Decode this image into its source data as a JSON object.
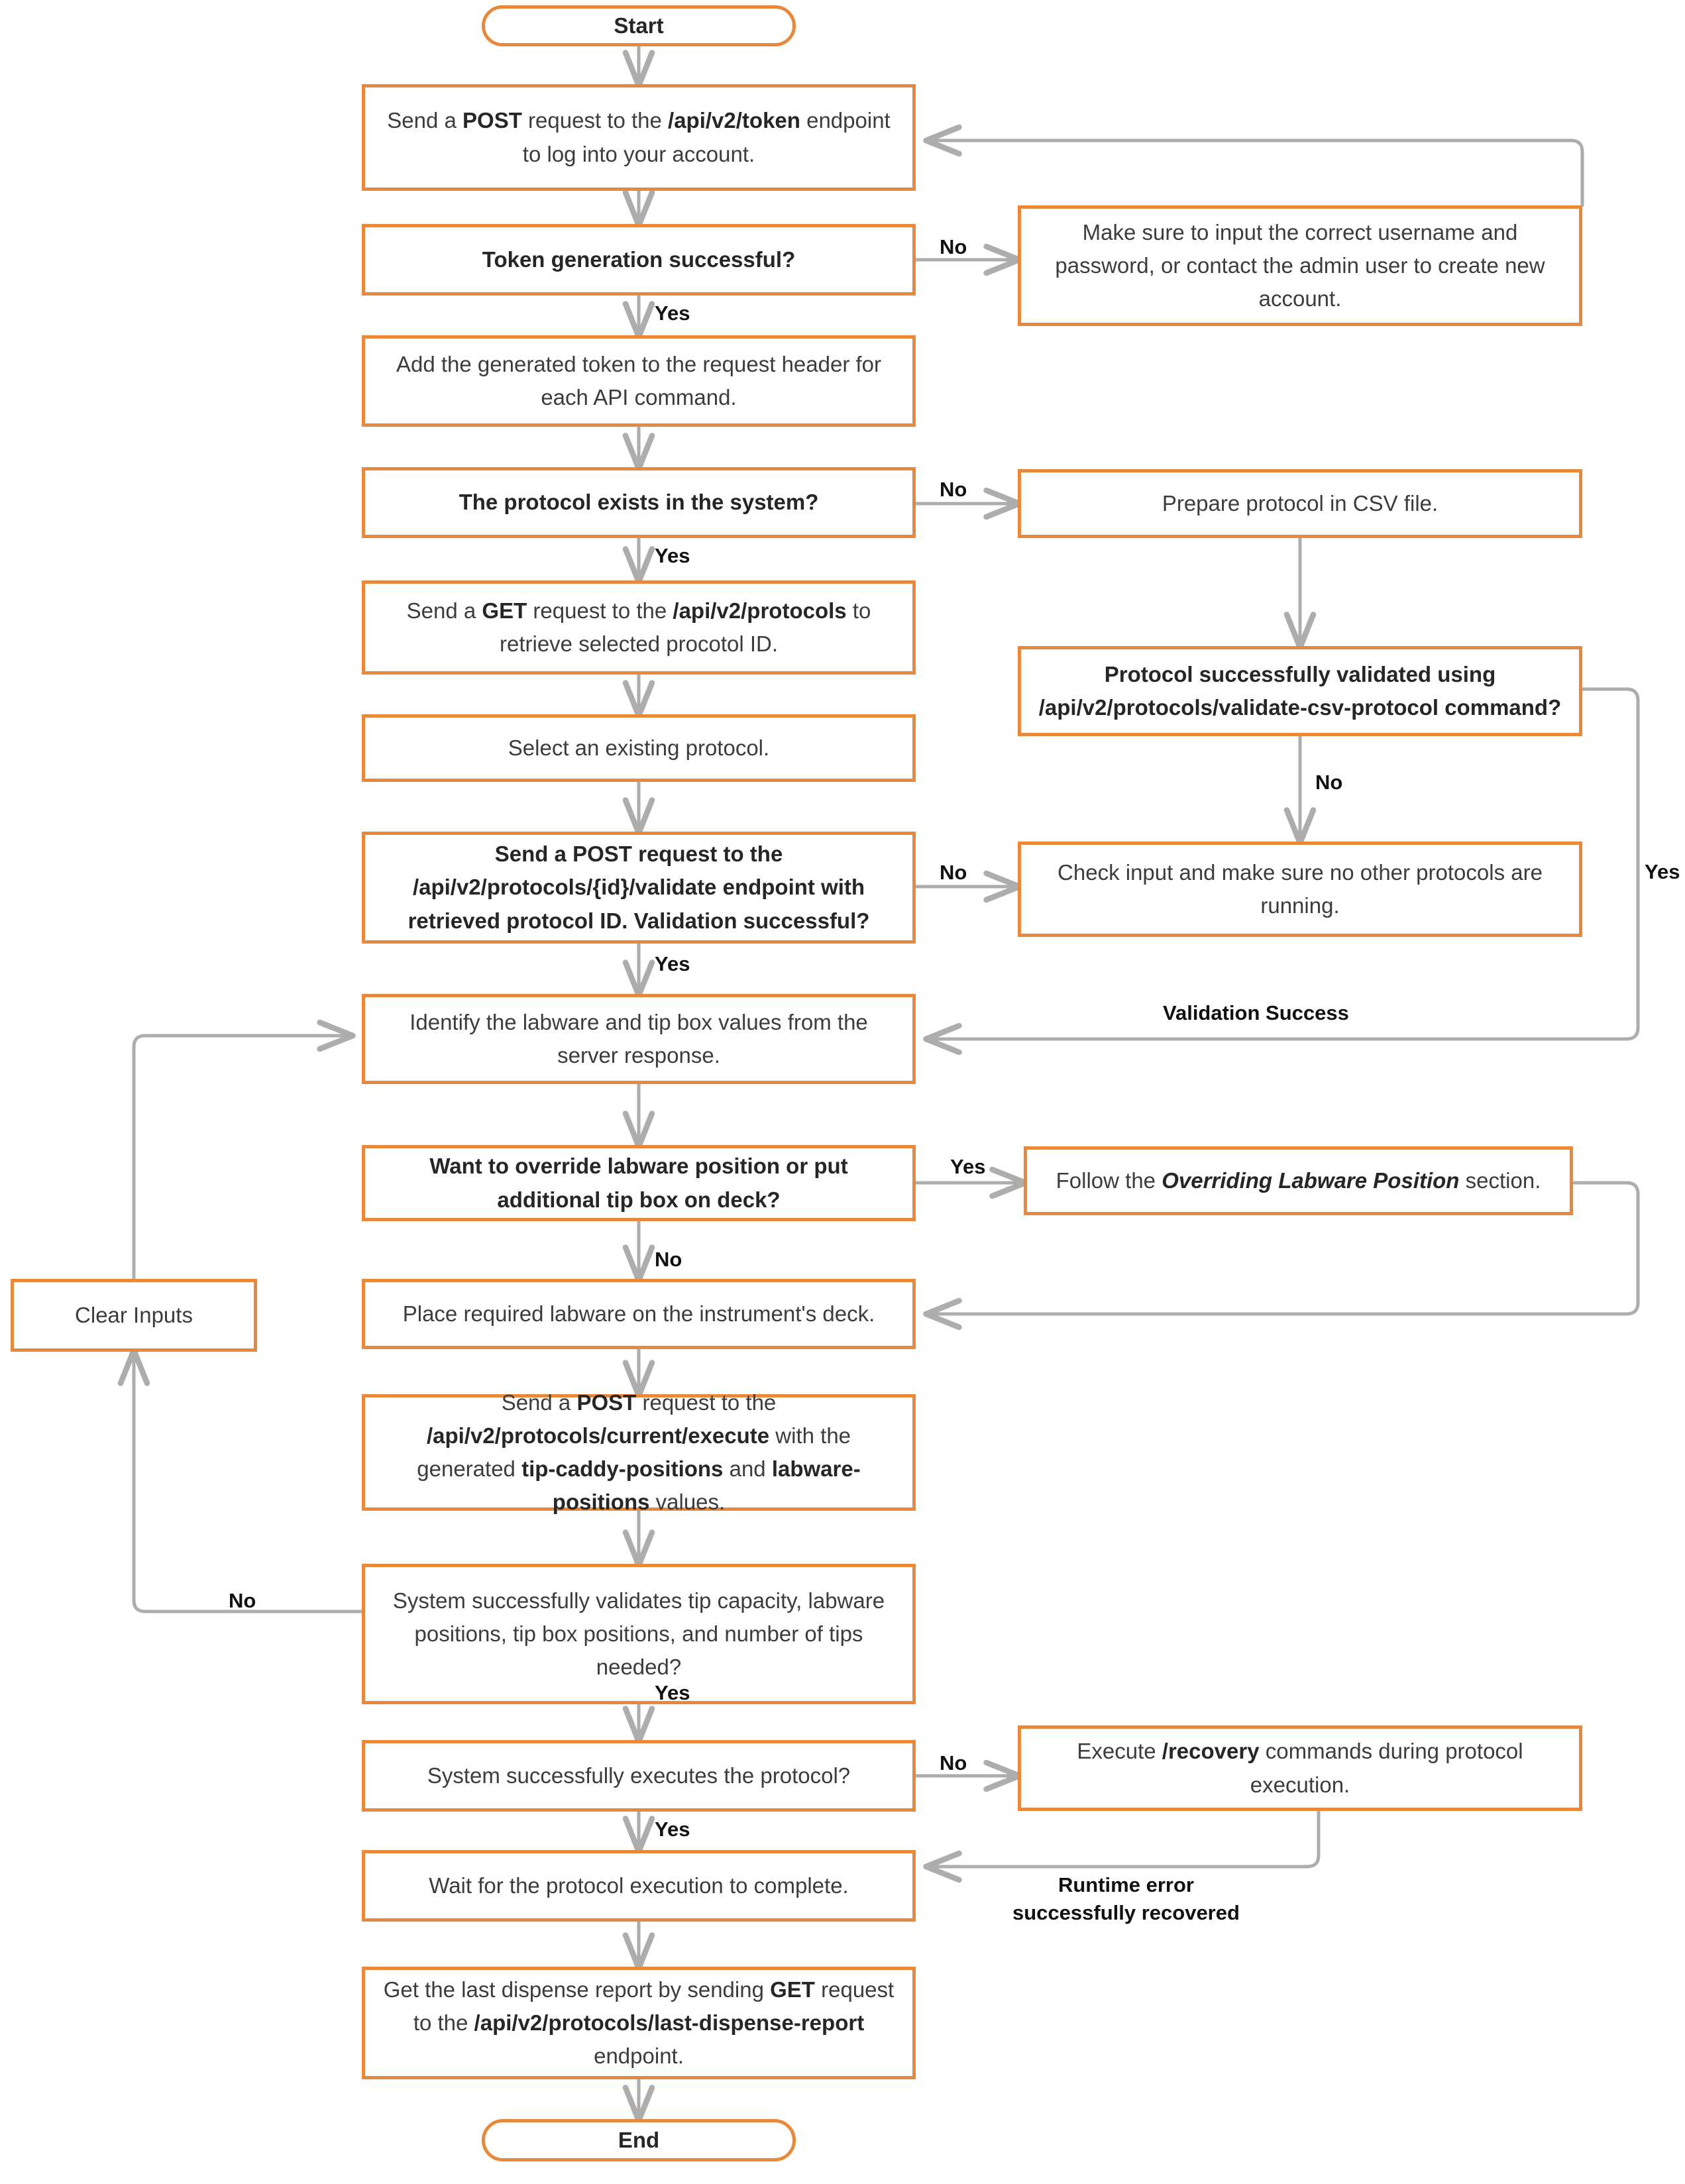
{
  "diagram": {
    "title": "Protocol execution API flowchart",
    "colors": {
      "node_border": "#e8883a",
      "connector": "#adadad",
      "node_text": "#3c3c3c",
      "label_text": "#111111",
      "background": "#ffffff"
    },
    "nodes": {
      "start": {
        "label": "Start",
        "shape": "terminal"
      },
      "post_token": {
        "label": "Send a POST request to the /api/v2/token endpoint to log into your account.",
        "shape": "process"
      },
      "token_ok": {
        "label": "Token generation successful?",
        "shape": "decision"
      },
      "token_fail_help": {
        "label": "Make sure to input the correct username and password, or contact the admin user to create new account.",
        "shape": "process"
      },
      "add_token_header": {
        "label": "Add the generated token to the request header for each API command.",
        "shape": "process"
      },
      "protocol_exists": {
        "label": "The protocol exists in the system?",
        "shape": "decision"
      },
      "prepare_csv": {
        "label": "Prepare protocol in CSV file.",
        "shape": "process"
      },
      "get_protocols": {
        "label": "Send a GET request to the /api/v2/protocols to retrieve selected procotol ID.",
        "shape": "process"
      },
      "validate_csv": {
        "label": "Protocol successfully validated using /api/v2/protocols/validate-csv-protocol command?",
        "shape": "decision"
      },
      "select_protocol": {
        "label": "Select an existing protocol.",
        "shape": "process"
      },
      "post_validate": {
        "label": "Send a POST request to the /api/v2/protocols/{id}/validate endpoint with retrieved protocol ID. Validation successful?",
        "shape": "decision"
      },
      "check_input": {
        "label": "Check input and make sure no other protocols are running.",
        "shape": "process"
      },
      "identify_labware": {
        "label": "Identify the labware and tip box values from the server response.",
        "shape": "process"
      },
      "override_question": {
        "label": "Want to override labware position or put additional tip box on deck?",
        "shape": "decision"
      },
      "follow_override": {
        "label": "Follow the Overriding Labware Position section.",
        "shape": "process"
      },
      "clear_inputs": {
        "label": "Clear Inputs",
        "shape": "process"
      },
      "place_labware": {
        "label": "Place required labware on the instrument's deck.",
        "shape": "process"
      },
      "post_execute": {
        "label": "Send a POST request to the /api/v2/protocols/current/execute with the generated tip-caddy-positions and labware-positions values.",
        "shape": "process"
      },
      "system_validates": {
        "label": "System successfully validates tip capacity, labware positions, tip box positions, and number of tips needed?",
        "shape": "decision"
      },
      "system_executes": {
        "label": "System successfully executes the protocol?",
        "shape": "decision"
      },
      "execute_recovery": {
        "label": "Execute /recovery commands during protocol execution.",
        "shape": "process"
      },
      "wait_complete": {
        "label": "Wait for the protocol execution to complete.",
        "shape": "process"
      },
      "last_dispense": {
        "label": "Get the last dispense report by sending GET request to the /api/v2/protocols/last-dispense-report endpoint.",
        "shape": "process"
      },
      "end": {
        "label": "End",
        "shape": "terminal"
      }
    },
    "edge_labels": {
      "token_no": "No",
      "token_yes": "Yes",
      "protocol_exists_no": "No",
      "protocol_exists_yes": "Yes",
      "validate_csv_no": "No",
      "validate_csv_yes": "Yes",
      "post_validate_no": "No",
      "post_validate_yes": "Yes",
      "validation_success": "Validation Success",
      "override_yes": "Yes",
      "override_no": "No",
      "system_validates_no": "No",
      "system_validates_yes": "Yes",
      "system_executes_no": "No",
      "system_executes_yes": "Yes",
      "runtime_recovered": "Runtime error\nsuccessfully recovered"
    }
  }
}
